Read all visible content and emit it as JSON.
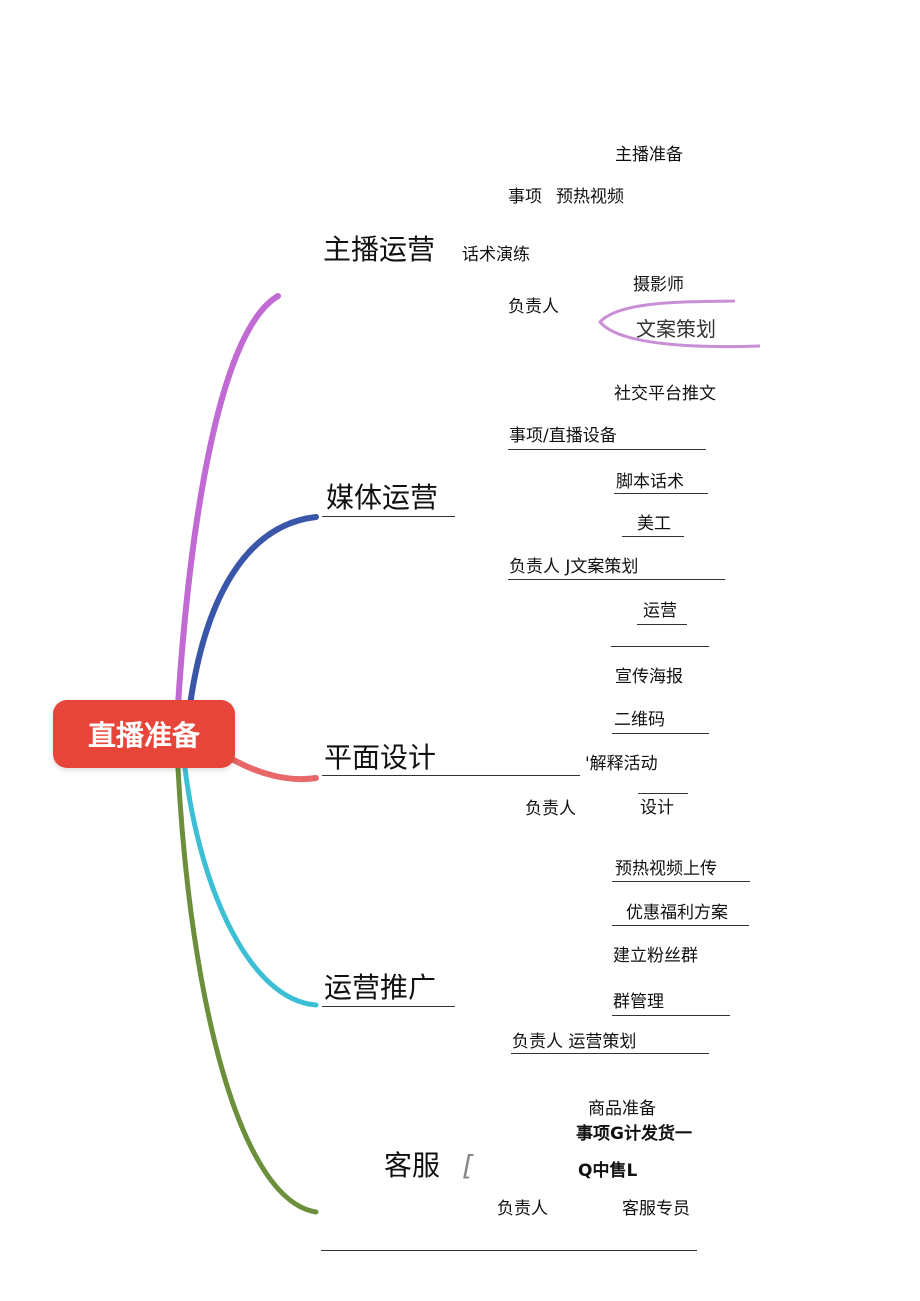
{
  "root": {
    "label": "直播准备",
    "color": "#e8453a"
  },
  "branches": [
    {
      "key": "anchor",
      "label": "主播运营",
      "color": "#c26ad4"
    },
    {
      "key": "media",
      "label": "媒体运营",
      "color": "#3a56a8"
    },
    {
      "key": "design",
      "label": "平面设计",
      "color": "#e8686a"
    },
    {
      "key": "promo",
      "label": "运营推广",
      "color": "#3cbfd4"
    },
    {
      "key": "service",
      "label": "客服",
      "color": "#6b8f3a"
    }
  ],
  "anchor": {
    "items": [
      "主播准备",
      "预热视频",
      "话术演练"
    ],
    "shixiang": "事项",
    "owner_label": "负责人",
    "owners": [
      "摄影师",
      "文案策划"
    ]
  },
  "media": {
    "items": [
      "社交平台推文",
      "事项/直播设备",
      "脚本话术",
      "美工"
    ],
    "owner_line": "负责人 J文案策划",
    "owner_extra": "运营"
  },
  "design": {
    "items": [
      "宣传海报",
      "二维码",
      "'解释活动"
    ],
    "owner_label": "负责人",
    "owner": "设计"
  },
  "promo": {
    "items": [
      "预热视频上传",
      "优惠福利方案",
      "建立粉丝群",
      "群管理"
    ],
    "owner_line": "负责人 运营策划"
  },
  "service": {
    "slash": "[",
    "items": [
      "商品准备",
      "事项G计发货一",
      "Q中售L"
    ],
    "owner_label": "负责人",
    "owner": "客服专员"
  }
}
